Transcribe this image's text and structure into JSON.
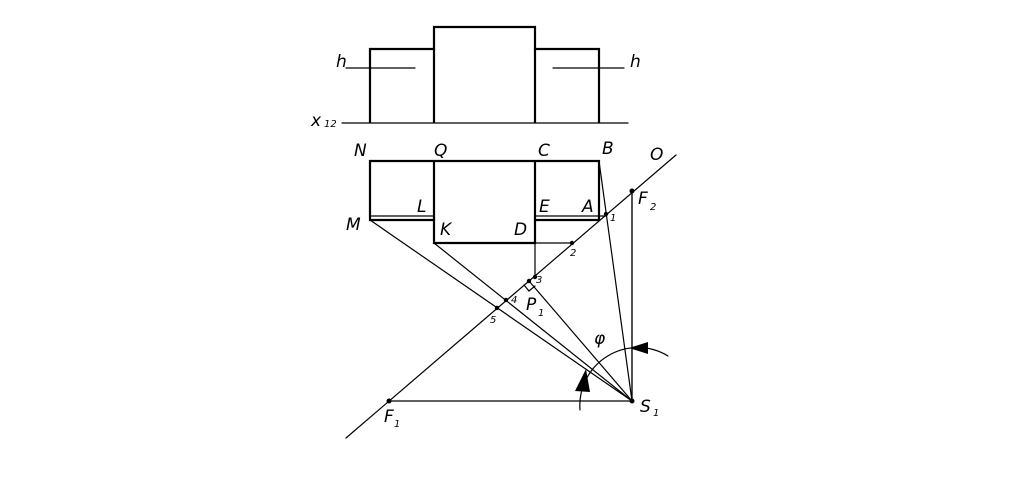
{
  "diagram": {
    "labels": {
      "h_left": "h",
      "h_right": "h",
      "x": "x",
      "x_sub": "12",
      "N": "N",
      "Q": "Q",
      "C": "C",
      "B": "B",
      "O": "O",
      "L": "L",
      "E": "E",
      "A": "A",
      "M": "M",
      "K": "K",
      "D": "D",
      "F2": "F",
      "F2_sub": "2",
      "F1": "F",
      "F1_sub": "1",
      "P1": "P",
      "P1_sub": "1",
      "S1": "S",
      "S1_sub": "1",
      "phi": "φ",
      "n1": "1",
      "n2": "2",
      "n3": "3",
      "n4": "4",
      "n5": "5"
    }
  }
}
